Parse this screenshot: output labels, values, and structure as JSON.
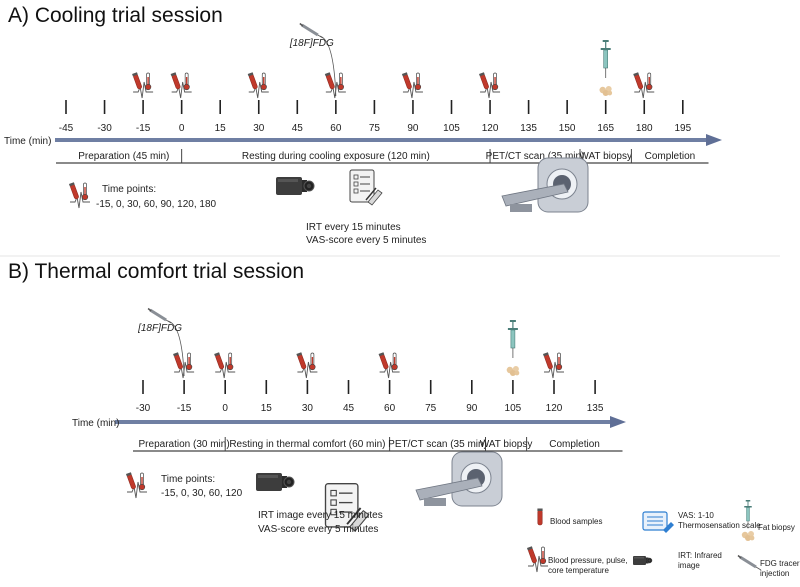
{
  "colors": {
    "axis": "#6f7fa3",
    "axis_arrow": "#5f6f96",
    "blood": "#c0392b",
    "dark": "#333333",
    "device": "#3d3d3d",
    "scanner": "#c9ced6",
    "fat": "#e6c79c",
    "syringe": "#8cc5bf",
    "screen_blue": "#2f7fd1"
  },
  "axis_label": "Time (min)",
  "section_a": {
    "title": "A) Cooling trial session",
    "ticks": [
      "-45",
      "-30",
      "-15",
      "0",
      "15",
      "30",
      "45",
      "60",
      "75",
      "90",
      "105",
      "120",
      "135",
      "150",
      "165",
      "180",
      "195"
    ],
    "blood_pressure_points": [
      "-15",
      "0",
      "30",
      "60",
      "90",
      "120",
      "180"
    ],
    "tracer_label": "[18F]FDG",
    "tracer_point": "60",
    "biopsy_point": "165",
    "phases": [
      {
        "label": "Preparation  (45 min)",
        "start": -45,
        "end": 0
      },
      {
        "label": "Resting during cooling exposure (120 min)",
        "start": 0,
        "end": 120
      },
      {
        "label": "PET/CT scan (35 min)",
        "start": 120,
        "end": 155
      },
      {
        "label": "WAT biopsy",
        "start": 155,
        "end": 175
      },
      {
        "label": "Completion",
        "start": 175,
        "end": 205
      }
    ],
    "time_points_title": "Time points:",
    "time_points_values": "-15, 0, 30, 60, 90, 120, 180",
    "measure_line1": "IRT every 15 minutes",
    "measure_line2": "VAS-score every 5 minutes"
  },
  "section_b": {
    "title": "B) Thermal comfort trial session",
    "ticks": [
      "-30",
      "-15",
      "0",
      "15",
      "30",
      "45",
      "60",
      "75",
      "90",
      "105",
      "120",
      "135"
    ],
    "blood_pressure_points": [
      "-15",
      "0",
      "30",
      "60",
      "120"
    ],
    "tracer_label": "[18F]FDG",
    "tracer_point": "-15",
    "biopsy_point": "105",
    "phases": [
      {
        "label": "Preparation  (30 min)",
        "start": -30,
        "end": 0
      },
      {
        "label": "Resting in thermal comfort (60 min)",
        "start": 0,
        "end": 60
      },
      {
        "label": "PET/CT scan (35 min)",
        "start": 60,
        "end": 95
      },
      {
        "label": "WAT biopsy",
        "start": 95,
        "end": 110
      },
      {
        "label": "Completion",
        "start": 110,
        "end": 145
      }
    ],
    "time_points_title": "Time points:",
    "time_points_values": "-15, 0, 30, 60, 120",
    "measure_line1": "IRT image every 15 minutes",
    "measure_line2": "VAS-score every 5 minutes"
  },
  "legend": {
    "blood_samples": "Blood samples",
    "blood_pressure": "Blood pressure, pulse, core temperature",
    "vas": "VAS: 1-10 Thermosensation scale",
    "irt": "IRT: Infrared image",
    "fat_biopsy": "Fat biopsy",
    "fdg": "FDG tracer injection"
  }
}
